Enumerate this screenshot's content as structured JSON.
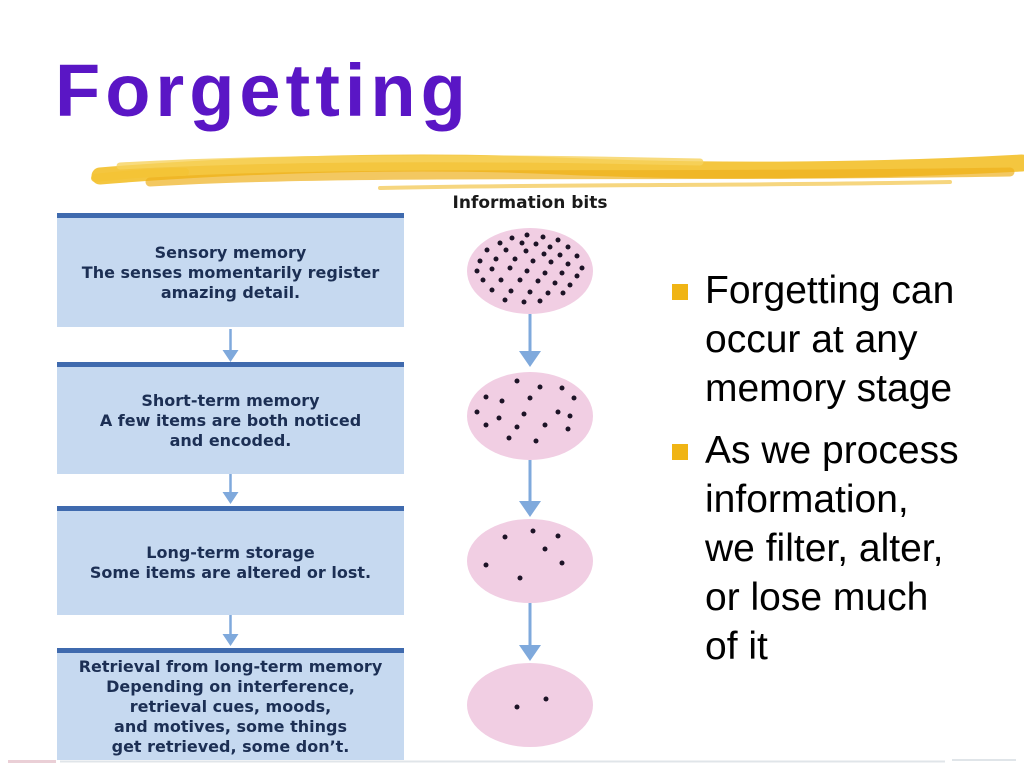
{
  "slide": {
    "title": "Forgetting"
  },
  "figure": {
    "label": "Information bits",
    "boxes": [
      {
        "title": "Sensory memory",
        "lines": [
          "The senses momentarily register",
          "amazing detail."
        ]
      },
      {
        "title": "Short-term memory",
        "lines": [
          "A few items are both noticed",
          "and encoded."
        ]
      },
      {
        "title": "Long-term storage",
        "lines": [
          "Some items are altered or lost."
        ]
      },
      {
        "title": "Retrieval from long-term memory",
        "lines": [
          "Depending on interference,",
          "retrieval cues, moods,",
          "and motives, some things",
          "get retrieved, some don’t."
        ]
      }
    ],
    "ellipses": [
      {
        "name": "stage-1-many-bits",
        "dots": [
          [
            0.48,
            0.08
          ],
          [
            0.36,
            0.12
          ],
          [
            0.6,
            0.1
          ],
          [
            0.72,
            0.14
          ],
          [
            0.26,
            0.18
          ],
          [
            0.44,
            0.17
          ],
          [
            0.55,
            0.19
          ],
          [
            0.66,
            0.22
          ],
          [
            0.8,
            0.22
          ],
          [
            0.16,
            0.26
          ],
          [
            0.31,
            0.26
          ],
          [
            0.47,
            0.27
          ],
          [
            0.61,
            0.3
          ],
          [
            0.74,
            0.31
          ],
          [
            0.87,
            0.33
          ],
          [
            0.1,
            0.38
          ],
          [
            0.23,
            0.36
          ],
          [
            0.38,
            0.36
          ],
          [
            0.52,
            0.38
          ],
          [
            0.67,
            0.4
          ],
          [
            0.8,
            0.42
          ],
          [
            0.91,
            0.46
          ],
          [
            0.08,
            0.5
          ],
          [
            0.2,
            0.48
          ],
          [
            0.34,
            0.47
          ],
          [
            0.48,
            0.5
          ],
          [
            0.62,
            0.52
          ],
          [
            0.75,
            0.52
          ],
          [
            0.87,
            0.56
          ],
          [
            0.13,
            0.6
          ],
          [
            0.27,
            0.6
          ],
          [
            0.42,
            0.61
          ],
          [
            0.56,
            0.62
          ],
          [
            0.7,
            0.64
          ],
          [
            0.82,
            0.66
          ],
          [
            0.2,
            0.72
          ],
          [
            0.35,
            0.73
          ],
          [
            0.5,
            0.74
          ],
          [
            0.64,
            0.75
          ],
          [
            0.76,
            0.76
          ],
          [
            0.3,
            0.84
          ],
          [
            0.45,
            0.86
          ],
          [
            0.58,
            0.85
          ]
        ]
      },
      {
        "name": "stage-2-fewer-bits",
        "dots": [
          [
            0.4,
            0.1
          ],
          [
            0.58,
            0.17
          ],
          [
            0.75,
            0.18
          ],
          [
            0.15,
            0.28
          ],
          [
            0.28,
            0.33
          ],
          [
            0.5,
            0.3
          ],
          [
            0.85,
            0.3
          ],
          [
            0.08,
            0.45
          ],
          [
            0.45,
            0.48
          ],
          [
            0.72,
            0.45
          ],
          [
            0.82,
            0.5
          ],
          [
            0.25,
            0.52
          ],
          [
            0.15,
            0.6
          ],
          [
            0.4,
            0.62
          ],
          [
            0.62,
            0.6
          ],
          [
            0.8,
            0.65
          ],
          [
            0.33,
            0.75
          ],
          [
            0.55,
            0.78
          ]
        ]
      },
      {
        "name": "stage-3-few-bits",
        "dots": [
          [
            0.52,
            0.14
          ],
          [
            0.3,
            0.22
          ],
          [
            0.72,
            0.2
          ],
          [
            0.62,
            0.36
          ],
          [
            0.15,
            0.55
          ],
          [
            0.75,
            0.52
          ],
          [
            0.42,
            0.7
          ]
        ]
      },
      {
        "name": "stage-4-two-bits",
        "dots": [
          [
            0.4,
            0.52
          ],
          [
            0.63,
            0.43
          ]
        ]
      }
    ]
  },
  "bullets": [
    {
      "lines": [
        "Forgetting can",
        "occur at any",
        "memory stage"
      ]
    },
    {
      "lines": [
        "As we process",
        "information,",
        "we filter, alter,",
        "or lose much",
        "of it"
      ]
    }
  ],
  "colors": {
    "title": "#5a16c5",
    "highlight": "#f2c233",
    "box_fill": "#c6d9f0",
    "box_border": "#3f6aae",
    "box_text": "#1c2f54",
    "arrow": "#7fa9dc",
    "ellipse_fill": "#f1cee3",
    "dot": "#1c1326",
    "bullet_marker": "#f0b414",
    "bullet_text": "#000000"
  }
}
